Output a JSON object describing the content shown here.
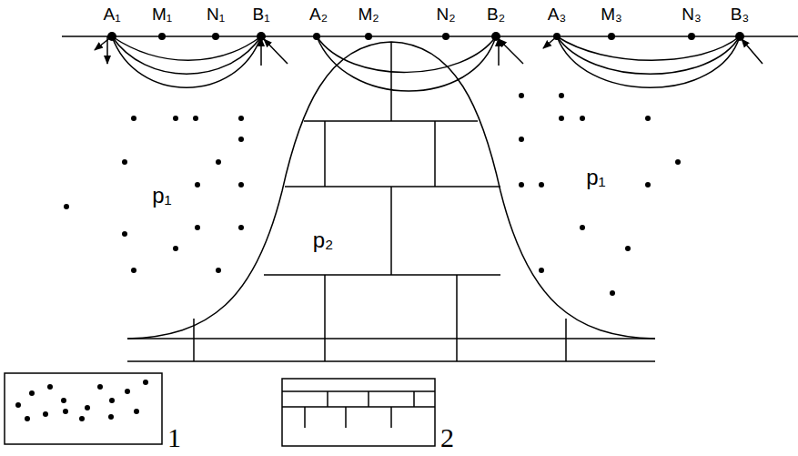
{
  "diagram": {
    "labels": [
      "A₁",
      "M₁",
      "N₁",
      "B₁",
      "A₂",
      "M₂",
      "N₂",
      "B₂",
      "A₃",
      "M₃",
      "N₃",
      "B₃",
      "p₁",
      "p₂",
      "p₁"
    ],
    "legend": [
      {
        "text": "1"
      },
      {
        "text": "2"
      }
    ]
  }
}
